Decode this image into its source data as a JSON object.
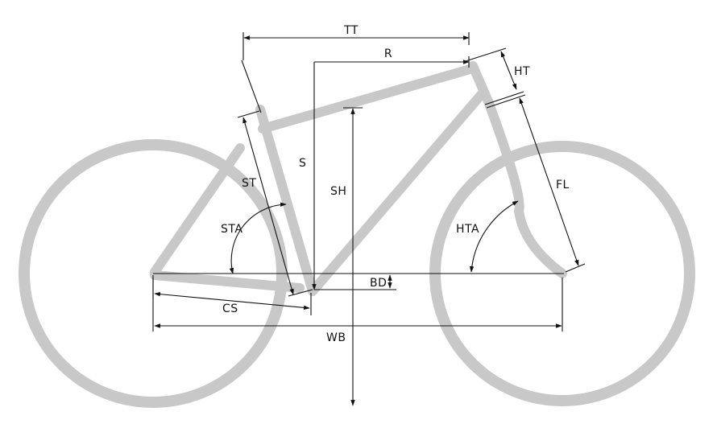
{
  "colors": {
    "frame": "#c8c8c8",
    "dimension_lines": "#111111",
    "background": "#ffffff"
  },
  "labels": {
    "tt": "TT",
    "r": "R",
    "ht": "HT",
    "s": "S",
    "sh": "SH",
    "st": "ST",
    "sta": "STA",
    "fl": "FL",
    "hta": "HTA",
    "bd": "BD",
    "cs": "CS",
    "wb": "WB"
  }
}
